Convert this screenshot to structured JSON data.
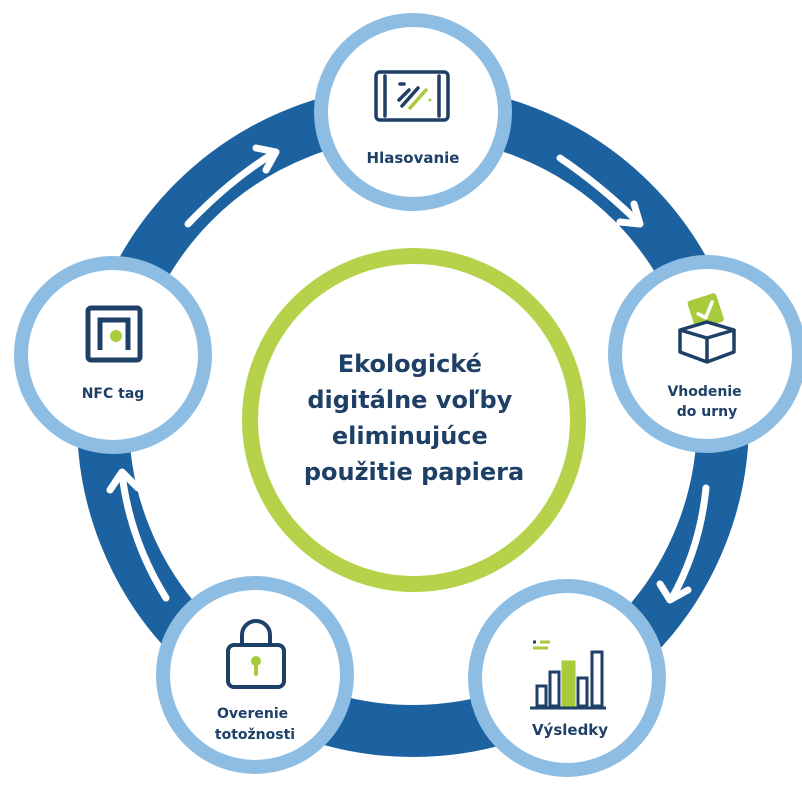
{
  "center": {
    "lines": [
      "Ekologické",
      "digitálne voľby",
      "eliminujúce",
      "použitie papiera"
    ]
  },
  "nodes": [
    {
      "id": "hlasovanie",
      "icon": "tablet-icon",
      "lines": [
        "Hlasovanie"
      ]
    },
    {
      "id": "vhodenie",
      "icon": "ballot-box-icon",
      "lines": [
        "Vhodenie",
        "do urny"
      ]
    },
    {
      "id": "vysledky",
      "icon": "bar-chart-icon",
      "lines": [
        "Výsledky"
      ]
    },
    {
      "id": "overenie",
      "icon": "padlock-icon",
      "lines": [
        "Overenie",
        "totožnosti"
      ]
    },
    {
      "id": "nfc",
      "icon": "nfc-tag-icon",
      "lines": [
        "NFC tag"
      ]
    }
  ],
  "colors": {
    "ring": "#1d62a0",
    "node_border": "#8dbde3",
    "center_border": "#b6d24a",
    "text": "#1e3f66",
    "accent": "#a8cb3b"
  }
}
